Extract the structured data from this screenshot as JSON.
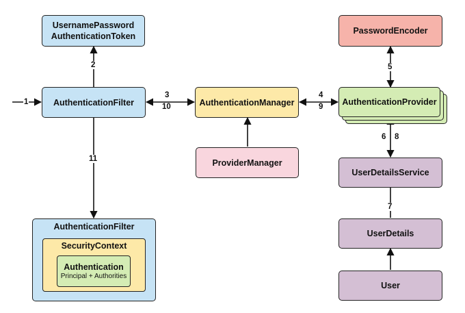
{
  "nodes": {
    "token": {
      "line1": "UsernamePassword",
      "line2": "AuthenticationToken"
    },
    "auth_filter": "AuthenticationFilter",
    "auth_manager": "AuthenticationManager",
    "auth_provider": "AuthenticationProvider",
    "password_encoder": "PasswordEncoder",
    "provider_manager": "ProviderManager",
    "user_details_service": "UserDetailsService",
    "user_details": "UserDetails",
    "user": "User",
    "filter_container": {
      "title": "AuthenticationFilter",
      "security_context": "SecurityContext",
      "authentication": "Authentication",
      "authentication_sub": "Principal + Authorities"
    }
  },
  "steps": {
    "s1": "1",
    "s2": "2",
    "s3": "3",
    "s4": "4",
    "s5": "5",
    "s6": "6",
    "s7": "7",
    "s8": "8",
    "s9": "9",
    "s10": "10",
    "s11": "11"
  },
  "colors": {
    "blue": "#c6e3f5",
    "red": "#f6b3aa",
    "yellow": "#fde9a8",
    "pink": "#f9d6de",
    "green": "#d4ecb4",
    "purple": "#d4bfd4",
    "stroke": "#222222"
  }
}
